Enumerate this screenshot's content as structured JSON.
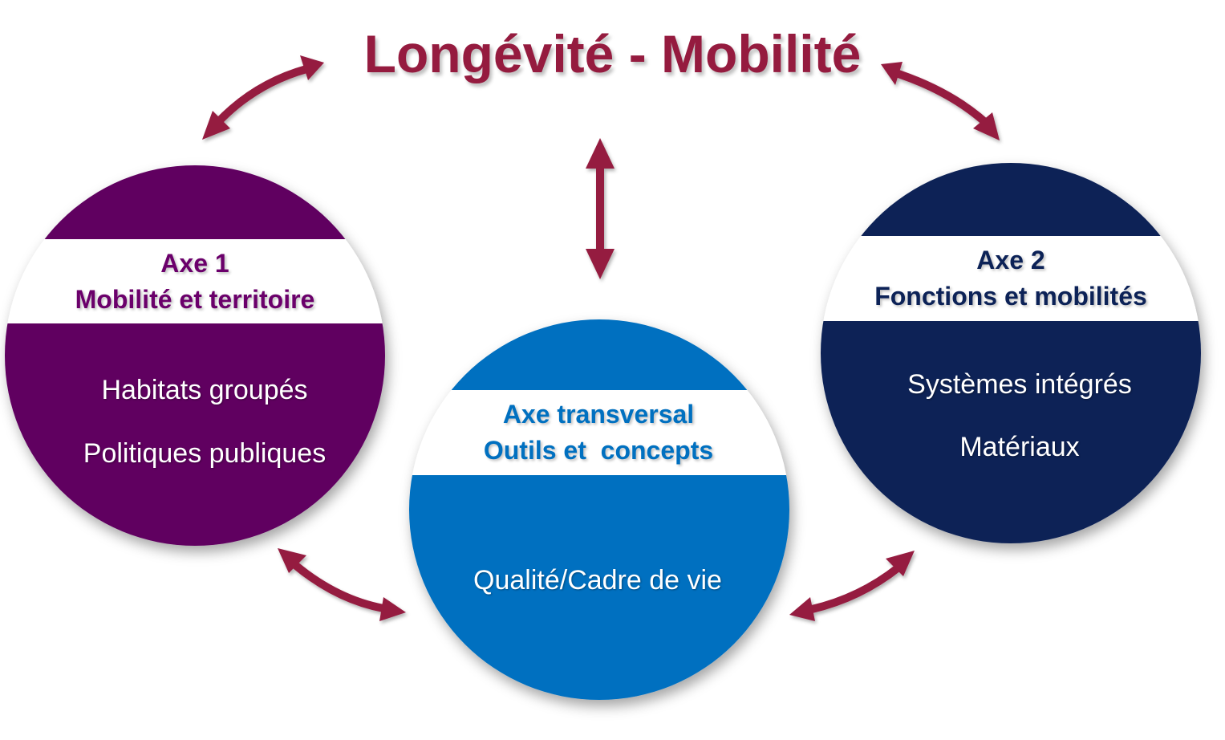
{
  "title": "Longévité - Mobilité",
  "colors": {
    "accent": "#951b3f",
    "axe1": "#600060",
    "axe2": "#0c2257",
    "transversal": "#0070c0",
    "axe1_text": "#6b006b",
    "axe2_text": "#0c2257",
    "transversal_text": "#0070c0"
  },
  "axe1": {
    "heading": [
      "Axe 1",
      "Mobilité et territoire"
    ],
    "items": [
      "Habitats groupés",
      "Politiques publiques"
    ]
  },
  "axe2": {
    "heading": [
      "Axe 2",
      "Fonctions et mobilités"
    ],
    "items": [
      "Systèmes intégrés",
      "Matériaux"
    ]
  },
  "transversal": {
    "heading": [
      "Axe transversal",
      "Outils et  concepts"
    ],
    "items": [
      "Qualité/Cadre de vie"
    ]
  }
}
